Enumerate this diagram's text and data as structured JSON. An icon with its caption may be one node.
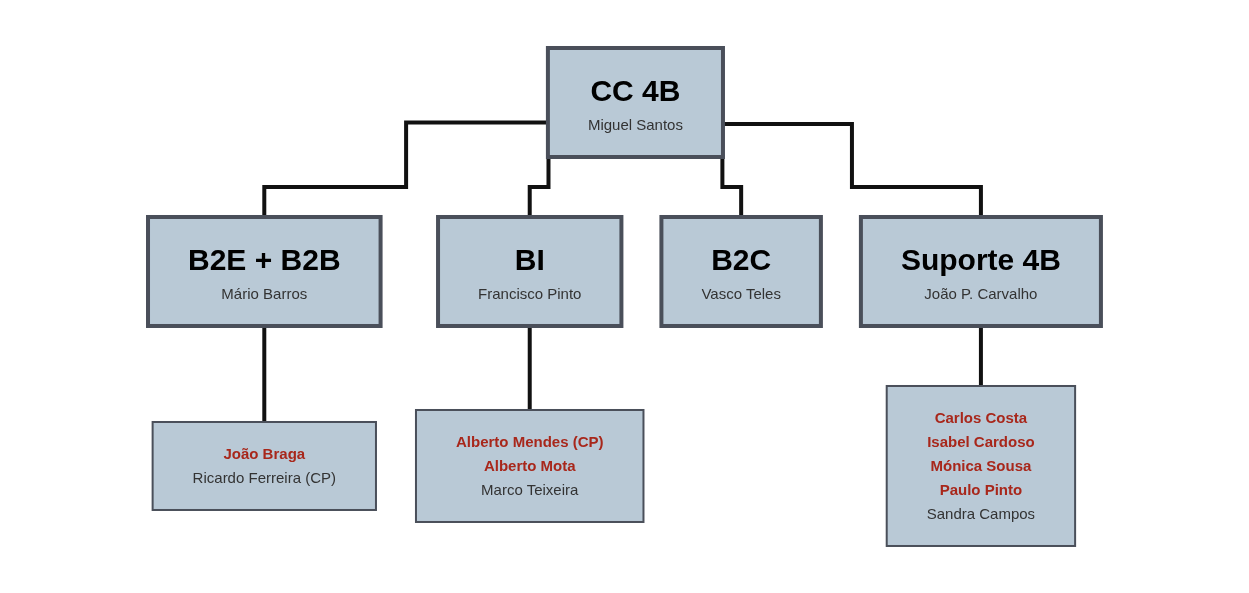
{
  "diagram": {
    "nodes": [
      {
        "text": [
          "CC 4B",
          "Miguel Santos"
        ]
      },
      {
        "text": [
          "B2E + B2B",
          "Mário Barros"
        ]
      },
      {
        "text": [
          "BI",
          "Francisco Pinto"
        ]
      },
      {
        "text": [
          "B2C",
          "Vasco Teles"
        ]
      },
      {
        "text": [
          "Suporte 4B",
          "João P. Carvalho"
        ]
      },
      {
        "text": [
          "João Braga",
          "Ricardo Ferreira (CP)"
        ]
      },
      {
        "text": [
          "Alberto Mendes (CP)",
          "Alberto Mota",
          "Marco Teixeira"
        ]
      },
      {
        "text": [
          "Carlos Costa",
          "Isabel Cardoso",
          "Mónica Sousa",
          "Paulo Pinto",
          "Sandra Campos"
        ]
      }
    ],
    "edges": [
      {
        "from": 0,
        "to": 1,
        "arrow": "none"
      },
      {
        "from": 0,
        "to": 2,
        "arrow": "none"
      },
      {
        "from": 0,
        "to": 3,
        "arrow": "none"
      },
      {
        "from": 0,
        "to": 4,
        "arrow": "none"
      },
      {
        "from": 1,
        "to": 5,
        "arrow": "none"
      },
      {
        "from": 2,
        "to": 6,
        "arrow": "none"
      },
      {
        "from": 4,
        "to": 7,
        "arrow": "none"
      }
    ]
  }
}
